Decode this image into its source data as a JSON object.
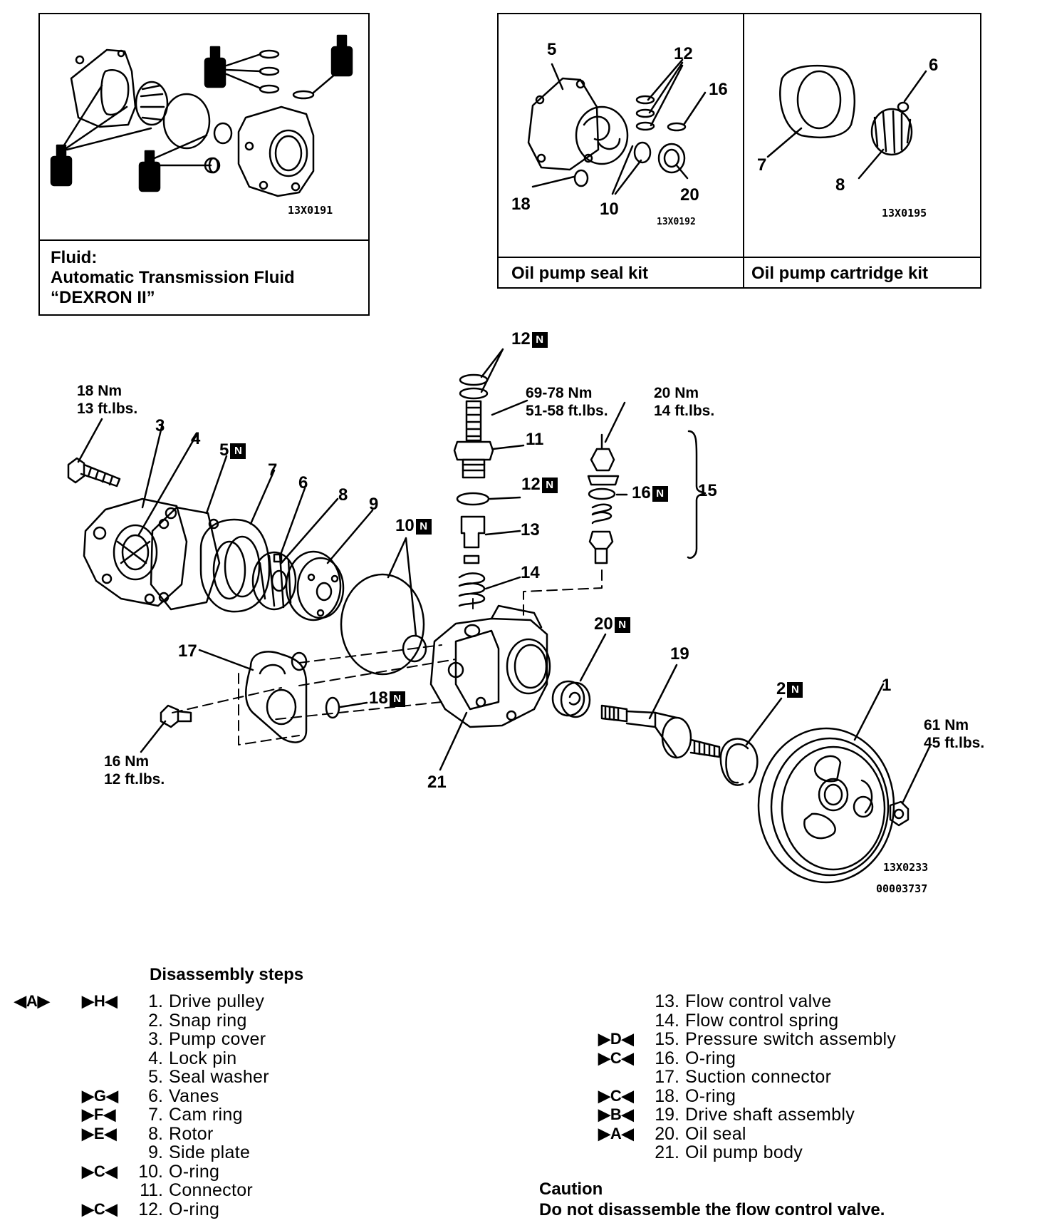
{
  "fluid_box": {
    "code": "13X0191",
    "heading": "Fluid:",
    "line1": "Automatic Transmission Fluid",
    "line2": "“DEXRON II”"
  },
  "kits": {
    "seal_kit_label": "Oil pump seal kit",
    "cartridge_kit_label": "Oil pump cartridge kit",
    "seal_kit_code": "13X0192",
    "cartridge_kit_code": "13X0195",
    "seal_parts": [
      "5",
      "12",
      "16",
      "18",
      "10",
      "20"
    ],
    "cartridge_parts": [
      "6",
      "7",
      "8"
    ]
  },
  "diagram": {
    "code1": "13X0233",
    "code2": "00003737",
    "new_part_badge": "N",
    "torques": {
      "t18": {
        "nm": "18 Nm",
        "ft": "13 ft.lbs."
      },
      "t69": {
        "nm": "69-78 Nm",
        "ft": "51-58 ft.lbs."
      },
      "t20": {
        "nm": "20 Nm",
        "ft": "14 ft.lbs."
      },
      "t16": {
        "nm": "16 Nm",
        "ft": "12 ft.lbs."
      },
      "t61": {
        "nm": "61 Nm",
        "ft": "45 ft.lbs."
      }
    },
    "callouts": [
      "1",
      "2",
      "3",
      "4",
      "5",
      "6",
      "7",
      "8",
      "9",
      "10",
      "11",
      "12",
      "13",
      "14",
      "15",
      "16",
      "17",
      "18",
      "19",
      "20",
      "21"
    ]
  },
  "steps": {
    "heading": "Disassembly steps",
    "left": [
      {
        "pre": "◀A▶",
        "mark": "▶H◀",
        "num": "1.",
        "text": "Drive pulley"
      },
      {
        "pre": "",
        "mark": "",
        "num": "2.",
        "text": "Snap ring"
      },
      {
        "pre": "",
        "mark": "",
        "num": "3.",
        "text": "Pump cover"
      },
      {
        "pre": "",
        "mark": "",
        "num": "4.",
        "text": "Lock pin"
      },
      {
        "pre": "",
        "mark": "",
        "num": "5.",
        "text": "Seal washer"
      },
      {
        "pre": "",
        "mark": "▶G◀",
        "num": "6.",
        "text": "Vanes"
      },
      {
        "pre": "",
        "mark": "▶F◀",
        "num": "7.",
        "text": "Cam ring"
      },
      {
        "pre": "",
        "mark": "▶E◀",
        "num": "8.",
        "text": "Rotor"
      },
      {
        "pre": "",
        "mark": "",
        "num": "9.",
        "text": "Side plate"
      },
      {
        "pre": "",
        "mark": "▶C◀",
        "num": "10.",
        "text": "O-ring"
      },
      {
        "pre": "",
        "mark": "",
        "num": "11.",
        "text": "Connector"
      },
      {
        "pre": "",
        "mark": "▶C◀",
        "num": "12.",
        "text": "O-ring"
      }
    ],
    "right": [
      {
        "mark": "",
        "num": "13.",
        "text": "Flow control valve"
      },
      {
        "mark": "",
        "num": "14.",
        "text": "Flow control spring"
      },
      {
        "mark": "▶D◀",
        "num": "15.",
        "text": "Pressure switch assembly"
      },
      {
        "mark": "▶C◀",
        "num": "16.",
        "text": "O-ring"
      },
      {
        "mark": "",
        "num": "17.",
        "text": "Suction connector"
      },
      {
        "mark": "▶C◀",
        "num": "18.",
        "text": "O-ring"
      },
      {
        "mark": "▶B◀",
        "num": "19.",
        "text": "Drive shaft assembly"
      },
      {
        "mark": "▶A◀",
        "num": "20.",
        "text": "Oil seal"
      },
      {
        "mark": "",
        "num": "21.",
        "text": "Oil pump body"
      }
    ]
  },
  "caution": {
    "heading": "Caution",
    "text": "Do not disassemble the flow control valve."
  }
}
